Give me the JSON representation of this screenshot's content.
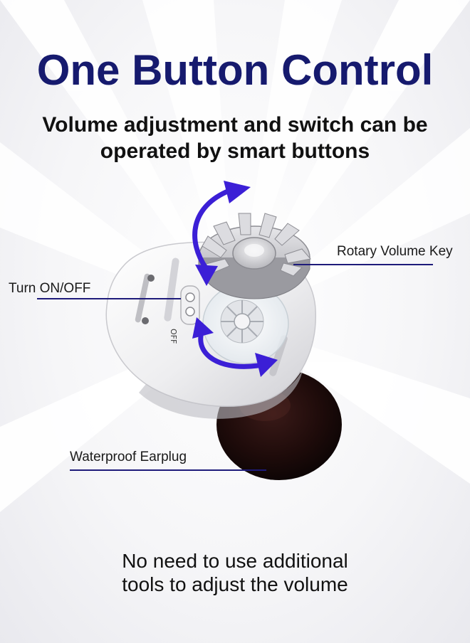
{
  "heading": {
    "title": "One Button Control",
    "subtitle_line1": "Volume adjustment and switch can be",
    "subtitle_line2": "operated by smart buttons"
  },
  "callouts": {
    "rotary": "Rotary Volume Key",
    "power": "Turn ON/OFF",
    "earplug": "Waterproof Earplug"
  },
  "device": {
    "switch_marking": "OFF"
  },
  "footer": {
    "line1": "No need to use additional",
    "line2": "tools to adjust the volume"
  },
  "colors": {
    "title": "#161a6e",
    "arrow": "#3b1fd6",
    "callout_line": "#1e1b7a"
  }
}
